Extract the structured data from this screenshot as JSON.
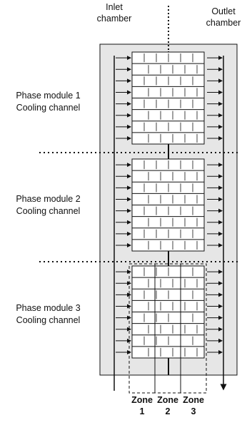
{
  "labels": {
    "inlet_line1": "Inlet",
    "inlet_line2": "chamber",
    "outlet_line1": "Outlet",
    "outlet_line2": "chamber"
  },
  "modules": [
    {
      "line1": "Phase module 1",
      "line2": "Cooling channel"
    },
    {
      "line1": "Phase module 2",
      "line2": "Cooling channel"
    },
    {
      "line1": "Phase module 3",
      "line2": "Cooling channel"
    }
  ],
  "zones": [
    {
      "line1": "Zone",
      "line2": "1"
    },
    {
      "line1": "Zone",
      "line2": "2"
    },
    {
      "line1": "Zone",
      "line2": "3"
    }
  ],
  "colors": {
    "housing_fill": "#e6e6e6",
    "line": "#111111",
    "module_fill": "#ffffff"
  }
}
